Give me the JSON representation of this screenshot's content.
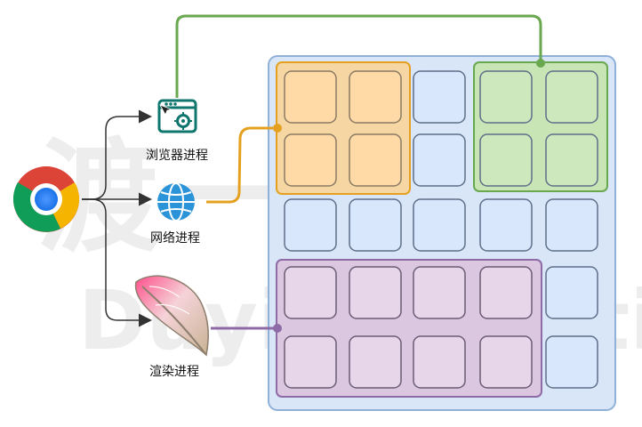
{
  "watermark": {
    "cn": "渡一教",
    "en": "Duyi Educatio"
  },
  "process_labels": {
    "browser": "浏览器进程",
    "network": "网络进程",
    "render": "渲染进程"
  },
  "icons": {
    "browser_process": "browser-window-gear-icon",
    "network_process": "globe-icon",
    "render_process": "feather-quill-icon",
    "app": "chrome-logo-icon"
  },
  "colors": {
    "browser_group": "#6aa84f",
    "network_group": "#e6a020",
    "render_group": "#8e6ba7",
    "memory_area": "#d9e6f7",
    "memory_border": "#8fb0d8",
    "cell_fill": "#cfe0f5",
    "cell_border": "#5f6f8a"
  }
}
